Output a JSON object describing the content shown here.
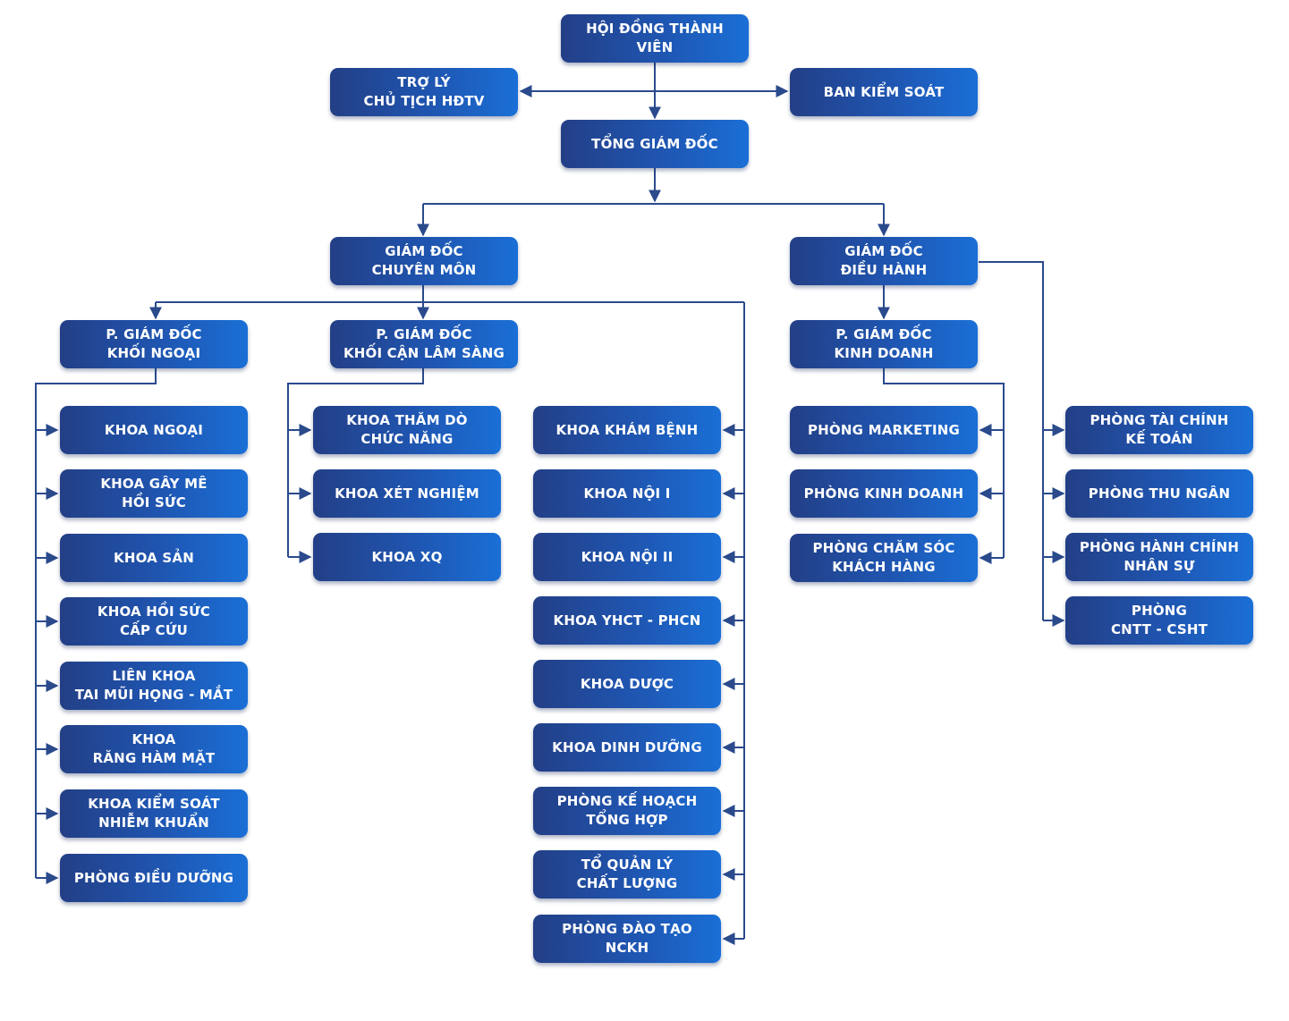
{
  "colors": {
    "box_start": "#233f86",
    "box_end": "#1a6fd6",
    "connector": "#2a4a8c",
    "text": "#ffffff",
    "background": "#ffffff"
  },
  "nodes": {
    "hoi_dong": "HỘI ĐỒNG THÀNH VIÊN",
    "tro_ly": "TRỢ LÝ\nCHỦ TỊCH HĐTV",
    "ban_kiem_soat": "BAN KIỂM SOÁT",
    "tong_giam_doc": "TỔNG GIÁM ĐỐC",
    "gd_chuyen_mon": "GIÁM ĐỐC\nCHUYÊN MÔN",
    "gd_dieu_hanh": "GIÁM ĐỐC\nĐIỀU HÀNH",
    "pgd_khoi_ngoai": "P. GIÁM ĐỐC\nKHỐI NGOẠI",
    "pgd_can_lam_sang": "P. GIÁM ĐỐC\nKHỐI CẬN LÂM SÀNG",
    "pgd_kinh_doanh": "P. GIÁM ĐỐC\nKINH DOANH",
    "khoi_ngoai": [
      "KHOA NGOẠI",
      "KHOA GÂY MÊ\nHỒI SỨC",
      "KHOA SẢN",
      "KHOA HỒI SỨC\nCẤP CỨU",
      "LIÊN KHOA\nTAI MŨI HỌNG - MẮT",
      "KHOA\nRĂNG HÀM MẶT",
      "KHOA KIỂM SOÁT\nNHIỄM KHUẨN",
      "PHÒNG ĐIỀU DƯỠNG"
    ],
    "can_lam_sang": [
      "KHOA THĂM DÒ\nCHỨC NĂNG",
      "KHOA XÉT NGHIỆM",
      "KHOA XQ"
    ],
    "chuyen_mon_direct": [
      "KHOA KHÁM BỆNH",
      "KHOA NỘI I",
      "KHOA NỘI II",
      "KHOA YHCT - PHCN",
      "KHOA DƯỢC",
      "KHOA DINH DƯỠNG",
      "PHÒNG KẾ HOẠCH\nTỔNG HỢP",
      "TỔ QUẢN LÝ\nCHẤT LƯỢNG",
      "PHÒNG ĐÀO TẠO\nNCKH"
    ],
    "kinh_doanh": [
      "PHÒNG MARKETING",
      "PHÒNG KINH DOANH",
      "PHÒNG CHĂM SÓC\nKHÁCH HÀNG"
    ],
    "dieu_hanh_direct": [
      "PHÒNG TÀI CHÍNH\nKẾ TOÁN",
      "PHÒNG THU NGÂN",
      "PHÒNG HÀNH CHÍNH\nNHÂN SỰ",
      "PHÒNG\nCNTT - CSHT"
    ]
  }
}
